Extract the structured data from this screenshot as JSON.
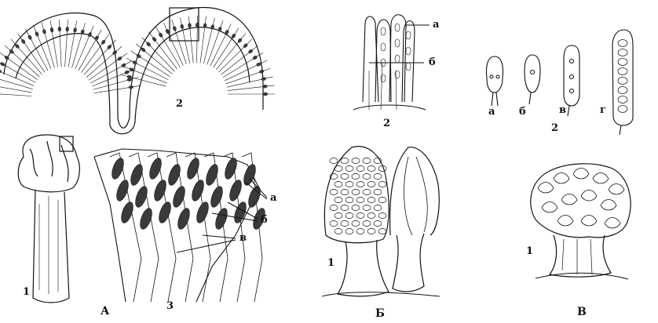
{
  "figure": {
    "panels": [
      {
        "id": "A",
        "label": "А",
        "parts": [
          "1",
          "2",
          "3"
        ]
      },
      {
        "id": "B",
        "label": "Б",
        "parts": [
          "1",
          "2"
        ]
      },
      {
        "id": "V",
        "label": "В",
        "parts": [
          "1"
        ]
      }
    ],
    "labels": {
      "panel_A": "А",
      "panel_B": "Б",
      "panel_V": "В",
      "a_fig1": "1",
      "a_fig2": "2",
      "a_fig3": "3",
      "a_part_a": "а",
      "a_part_b": "б",
      "a_part_v": "в",
      "b_fig1": "1",
      "b_fig2_top": "2",
      "b_part_a": "а",
      "b_part_b": "б",
      "asci_fig": "2",
      "asci_a": "а",
      "asci_b": "б",
      "asci_v": "в",
      "asci_g": "г",
      "v_fig1": "1"
    },
    "colors": {
      "ink": "#111111",
      "paper": "#ffffff",
      "shade": "#3a3a3a"
    }
  }
}
